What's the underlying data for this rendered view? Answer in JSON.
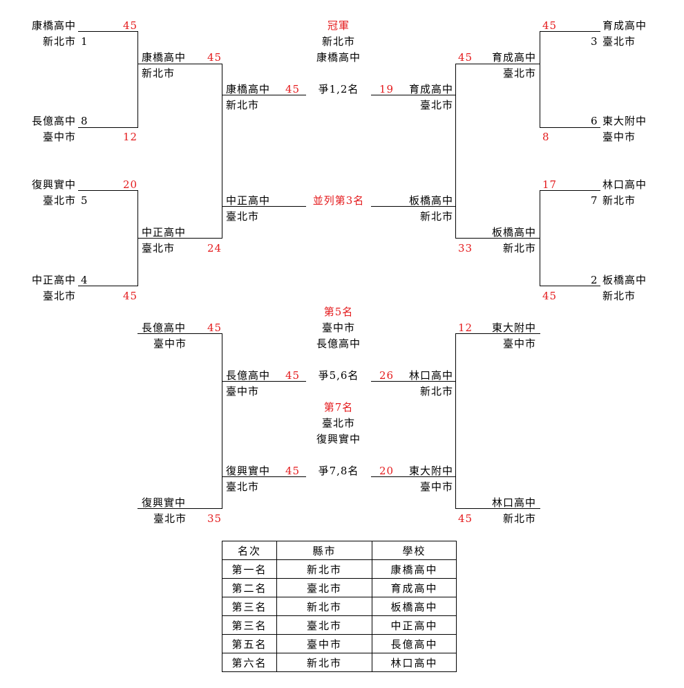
{
  "teams": {
    "kangqiao": "康橋高中",
    "changyi": "長億高中",
    "fuxing": "復興實中",
    "zhongzheng": "中正高中",
    "yucheng": "育成高中",
    "dongda": "東大附中",
    "linkou": "林口高中",
    "banqiao": "板橋高中"
  },
  "cities": {
    "new_taipei": "新北市",
    "taichung": "臺中市",
    "taipei": "臺北市"
  },
  "seeds": {
    "kangqiao": "1",
    "changyi": "8",
    "fuxing": "5",
    "zhongzheng": "4",
    "yucheng": "3",
    "dongda": "6",
    "linkou": "7",
    "banqiao": "2"
  },
  "scores": {
    "r1_left_top": "45",
    "r1_left_top_b": "12",
    "r1_left_bot": "20",
    "r1_left_bot_b": "45",
    "r2_left_top": "45",
    "r2_left_bot": "24",
    "r1_right_top": "45",
    "r1_right_top_b": "8",
    "r1_right_bot": "17",
    "r1_right_bot_b": "45",
    "r2_right_top": "45",
    "r2_right_bot": "33",
    "final_left": "45",
    "final_right": "19",
    "c_left_top": "45",
    "c_left_bot": "35",
    "c_right_top": "12",
    "c_right_bot": "45",
    "p56_left": "45",
    "p56_right": "26",
    "p78_left": "45",
    "p78_right": "20"
  },
  "center": {
    "champion_title": "冠軍",
    "champion_city": "新北市",
    "champion_school": "康橋高中",
    "final_label": "爭1,2名",
    "third_label": "並列第3名",
    "fifth_title": "第5名",
    "fifth_city": "臺中市",
    "fifth_school": "長億高中",
    "p56_label": "爭5,6名",
    "seventh_title": "第7名",
    "seventh_city": "臺北市",
    "seventh_school": "復興實中",
    "p78_label": "爭7,8名"
  },
  "ranking": {
    "headers": [
      "名次",
      "縣市",
      "學校"
    ],
    "rows": [
      [
        "第一名",
        "新北市",
        "康橋高中"
      ],
      [
        "第二名",
        "臺北市",
        "育成高中"
      ],
      [
        "第三名",
        "新北市",
        "板橋高中"
      ],
      [
        "第三名",
        "臺北市",
        "中正高中"
      ],
      [
        "第五名",
        "臺中市",
        "長億高中"
      ],
      [
        "第六名",
        "新北市",
        "林口高中"
      ]
    ]
  },
  "colors": {
    "score": "#e41a1c",
    "text": "#000000"
  }
}
